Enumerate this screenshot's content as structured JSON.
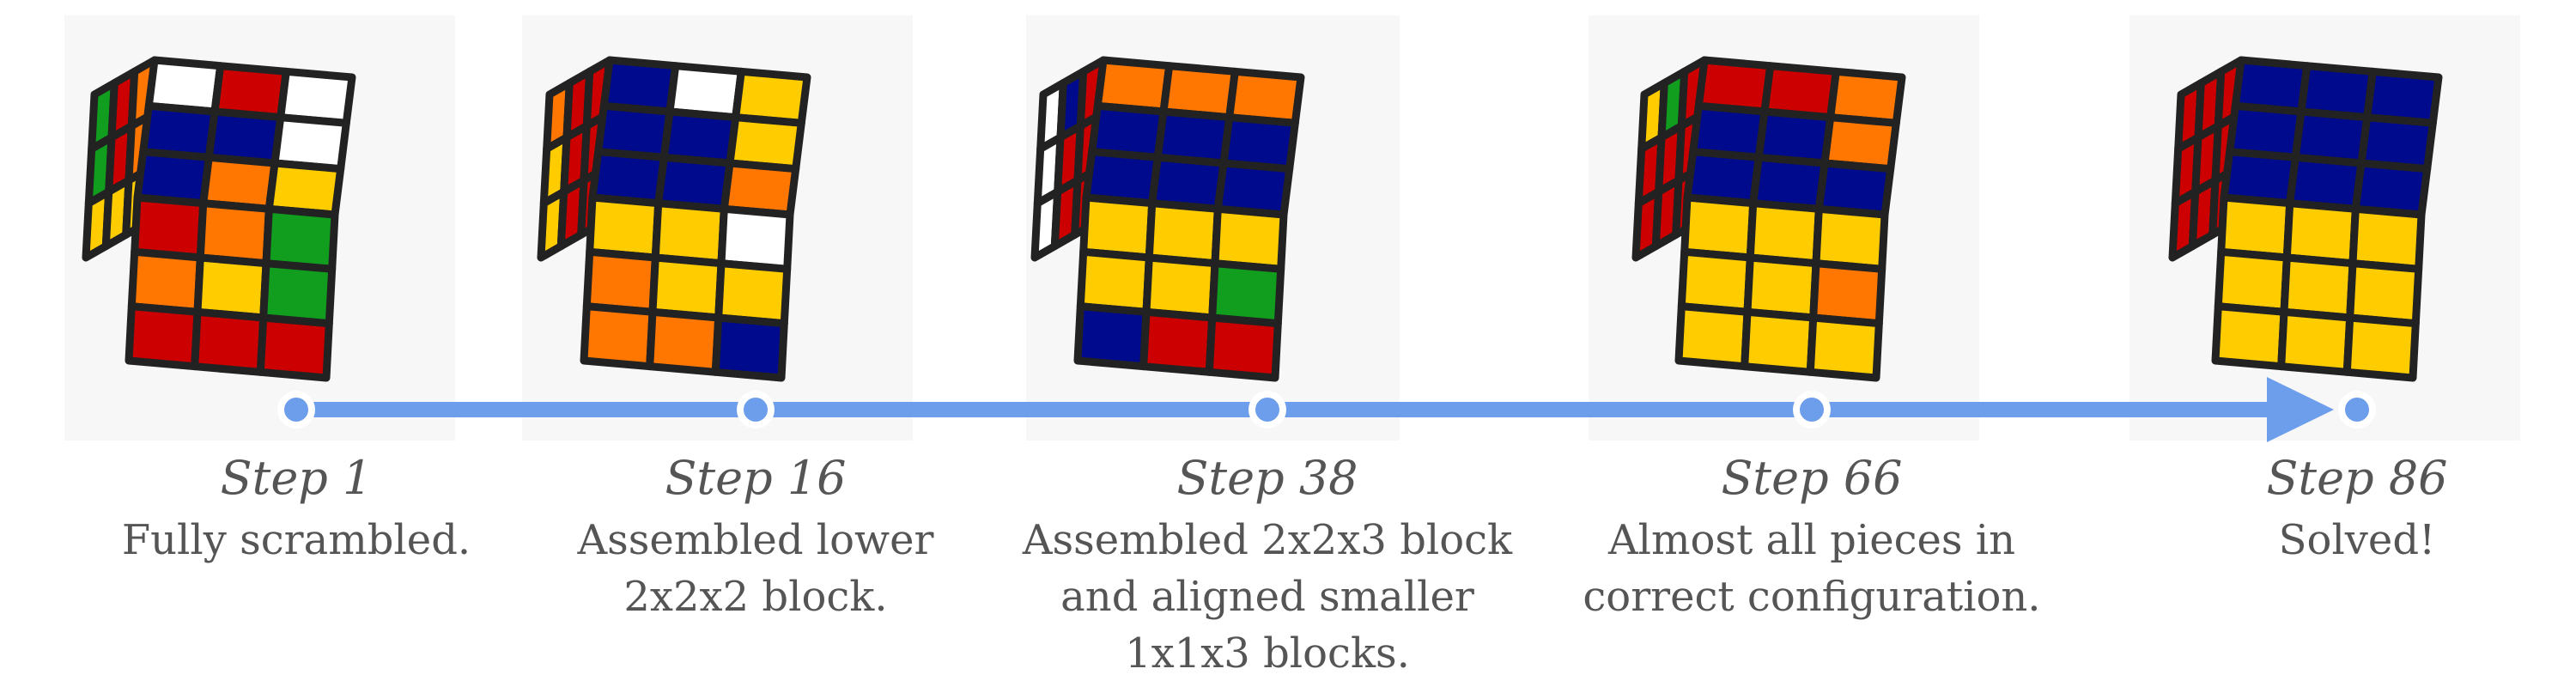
{
  "colors": {
    "timeline": "#6d9eeb",
    "edge": "#222222",
    "sticker": {
      "W": "#ffffff",
      "Y": "#ffcc00",
      "R": "#cc0000",
      "O": "#ff7700",
      "B": "#000a8c",
      "G": "#119e1f"
    }
  },
  "steps": [
    {
      "title": "Step 1",
      "description": [
        "Fully scrambled."
      ],
      "cube_icon": "rubiks-cube-icon",
      "cube": {
        "top": [
          [
            "W",
            "R",
            "W"
          ],
          [
            "B",
            "B",
            "W"
          ],
          [
            "B",
            "O",
            "Y"
          ]
        ],
        "left": [
          [
            "G",
            "R",
            "O"
          ],
          [
            "G",
            "R",
            "O"
          ],
          [
            "Y",
            "Y",
            "Y"
          ]
        ],
        "front": [
          [
            "R",
            "O",
            "G"
          ],
          [
            "O",
            "Y",
            "G"
          ],
          [
            "R",
            "R",
            "R"
          ]
        ]
      }
    },
    {
      "title": "Step 16",
      "description": [
        "Assembled lower",
        "2x2x2 block."
      ],
      "cube_icon": "rubiks-cube-icon",
      "cube": {
        "top": [
          [
            "B",
            "W",
            "Y"
          ],
          [
            "B",
            "B",
            "Y"
          ],
          [
            "B",
            "B",
            "O"
          ]
        ],
        "left": [
          [
            "O",
            "R",
            "R"
          ],
          [
            "Y",
            "R",
            "R"
          ],
          [
            "Y",
            "R",
            "R"
          ]
        ],
        "front": [
          [
            "Y",
            "Y",
            "W"
          ],
          [
            "O",
            "Y",
            "Y"
          ],
          [
            "O",
            "O",
            "B"
          ]
        ]
      }
    },
    {
      "title": "Step 38",
      "description": [
        "Assembled 2x2x3 block",
        "and aligned smaller",
        "1x1x3 blocks."
      ],
      "cube_icon": "rubiks-cube-icon",
      "cube": {
        "top": [
          [
            "O",
            "O",
            "O"
          ],
          [
            "B",
            "B",
            "B"
          ],
          [
            "B",
            "B",
            "B"
          ]
        ],
        "left": [
          [
            "W",
            "B",
            "R"
          ],
          [
            "W",
            "R",
            "R"
          ],
          [
            "W",
            "R",
            "R"
          ]
        ],
        "front": [
          [
            "Y",
            "Y",
            "Y"
          ],
          [
            "Y",
            "Y",
            "G"
          ],
          [
            "B",
            "R",
            "R"
          ]
        ]
      }
    },
    {
      "title": "Step 66",
      "description": [
        "Almost all pieces in",
        "correct configuration."
      ],
      "cube_icon": "rubiks-cube-icon",
      "cube": {
        "top": [
          [
            "R",
            "R",
            "O"
          ],
          [
            "B",
            "B",
            "O"
          ],
          [
            "B",
            "B",
            "B"
          ]
        ],
        "left": [
          [
            "Y",
            "G",
            "R"
          ],
          [
            "R",
            "R",
            "R"
          ],
          [
            "R",
            "R",
            "R"
          ]
        ],
        "front": [
          [
            "Y",
            "Y",
            "Y"
          ],
          [
            "Y",
            "Y",
            "O"
          ],
          [
            "Y",
            "Y",
            "Y"
          ]
        ]
      }
    },
    {
      "title": "Step 86",
      "description": [
        "Solved!"
      ],
      "cube_icon": "rubiks-cube-icon",
      "cube": {
        "top": [
          [
            "B",
            "B",
            "B"
          ],
          [
            "B",
            "B",
            "B"
          ],
          [
            "B",
            "B",
            "B"
          ]
        ],
        "left": [
          [
            "R",
            "R",
            "R"
          ],
          [
            "R",
            "R",
            "R"
          ],
          [
            "R",
            "R",
            "R"
          ]
        ],
        "front": [
          [
            "Y",
            "Y",
            "Y"
          ],
          [
            "Y",
            "Y",
            "Y"
          ],
          [
            "Y",
            "Y",
            "Y"
          ]
        ]
      }
    }
  ]
}
